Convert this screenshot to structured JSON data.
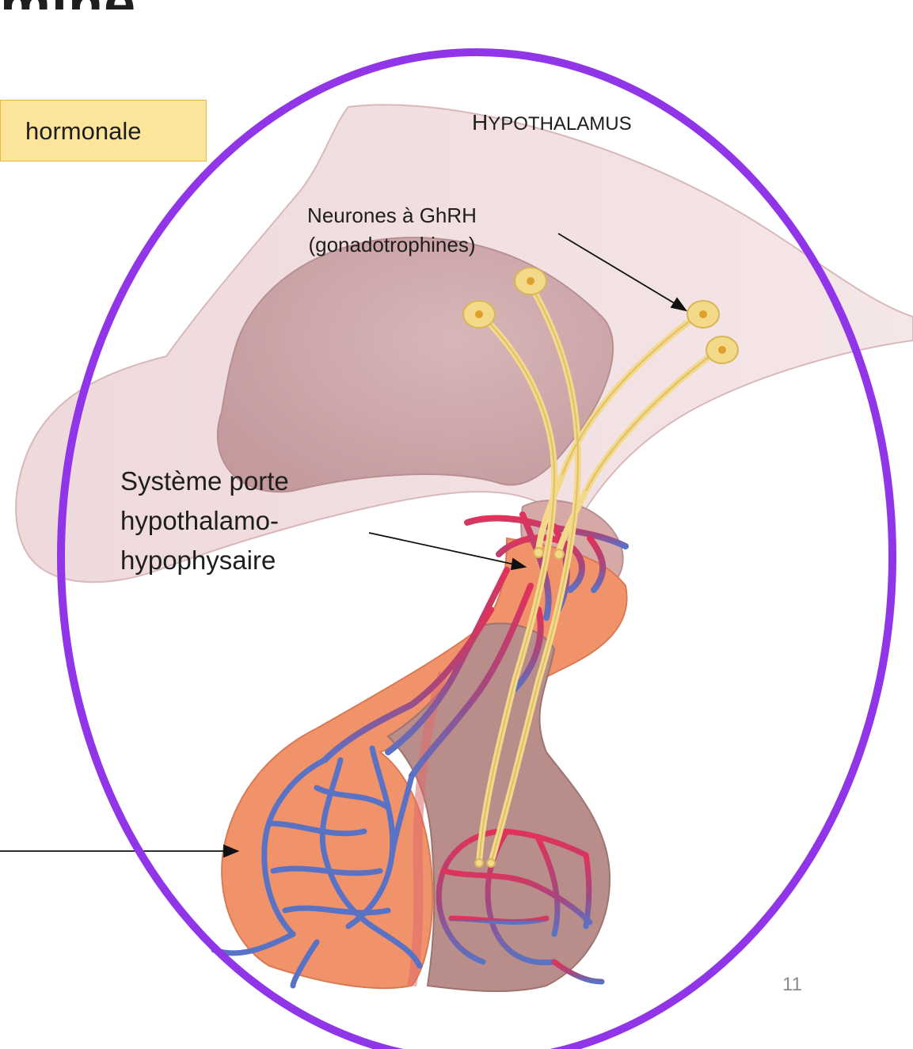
{
  "slide": {
    "title_fragment": "mine",
    "hormonale_box": "hormonale",
    "page_number": "11"
  },
  "labels": {
    "hypothalamus_first": "H",
    "hypothalamus_rest": "YPOTHALAMUS",
    "neurones_line1": "Neurones à GhRH",
    "neurones_line2": "(gonadotrophines)",
    "systeme_line1": "Système porte",
    "systeme_line2": "hypothalamo-",
    "systeme_line3": "hypophysaire"
  },
  "colors": {
    "ellipse_outline": "#9135e8",
    "hypothalamus_tissue": "#e9d1d3",
    "hypothalamus_dark": "#c9a0a3",
    "anterior_pituitary": "#f0936a",
    "posterior_pituitary": "#b98e8a",
    "artery": "#e0325a",
    "vein": "#5a72c4",
    "neuron": "#f3d98a",
    "neuron_nucleus": "#e0a02b"
  }
}
